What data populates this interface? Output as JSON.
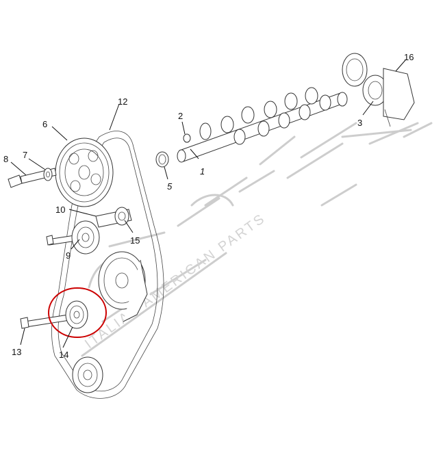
{
  "callouts": {
    "c1": "1",
    "c2": "2",
    "c3": "3",
    "c5": "5",
    "c6": "6",
    "c7": "7",
    "c8": "8",
    "c9": "9",
    "c10": "10",
    "c12": "12",
    "c13": "13",
    "c14": "14",
    "c15": "15",
    "c16": "16"
  },
  "watermark": {
    "tagline": "ITALIAN AMERICAN PARTS"
  },
  "colors": {
    "line": "#111111",
    "highlight": "#cc0000",
    "watermark": "#cfcfcf"
  },
  "highlight": {
    "target_callout": "14"
  }
}
